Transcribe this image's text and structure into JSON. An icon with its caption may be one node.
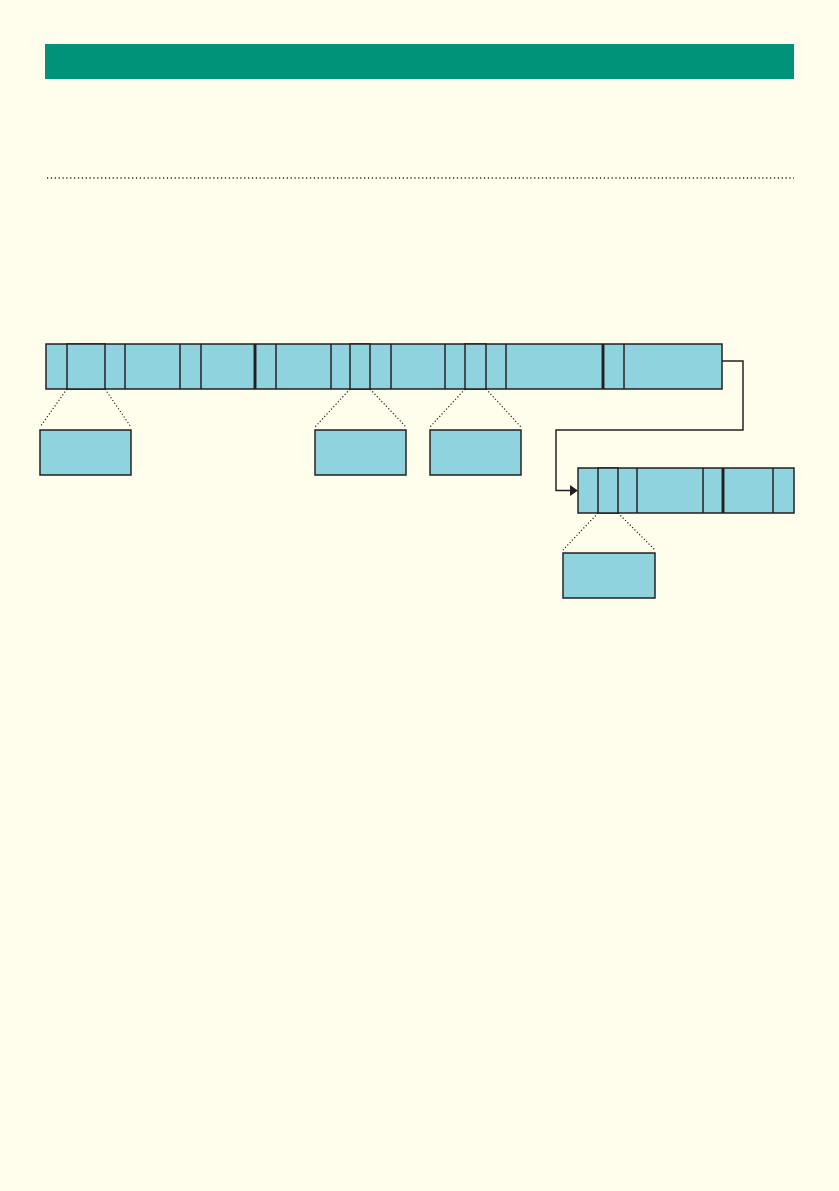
{
  "diagram": {
    "nodes": [
      {
        "text": [],
        "shape": "bar"
      },
      {
        "text": [],
        "shape": "box",
        "in": 0
      },
      {
        "text": [],
        "shape": "box",
        "in": 0
      },
      {
        "text": [],
        "shape": "box",
        "in": 0
      },
      {
        "text": [],
        "shape": "box"
      },
      {
        "text": [],
        "shape": "box"
      },
      {
        "text": [],
        "shape": "box"
      },
      {
        "text": [],
        "shape": "bar"
      },
      {
        "text": [],
        "shape": "box",
        "in": 7
      },
      {
        "text": [],
        "shape": "box"
      }
    ],
    "edges": [
      {
        "from": 0,
        "to": 7,
        "arrow": "to"
      },
      {
        "from": 1,
        "to": 4,
        "arrow": "none",
        "style": "dashed"
      },
      {
        "from": 1,
        "to": 4,
        "arrow": "none",
        "style": "dashed"
      },
      {
        "from": 2,
        "to": 5,
        "arrow": "none",
        "style": "dashed"
      },
      {
        "from": 2,
        "to": 5,
        "arrow": "none",
        "style": "dashed"
      },
      {
        "from": 3,
        "to": 6,
        "arrow": "none",
        "style": "dashed"
      },
      {
        "from": 3,
        "to": 6,
        "arrow": "none",
        "style": "dashed"
      },
      {
        "from": 8,
        "to": 9,
        "arrow": "none",
        "style": "dashed"
      },
      {
        "from": 8,
        "to": 9,
        "arrow": "none",
        "style": "dashed"
      }
    ]
  }
}
